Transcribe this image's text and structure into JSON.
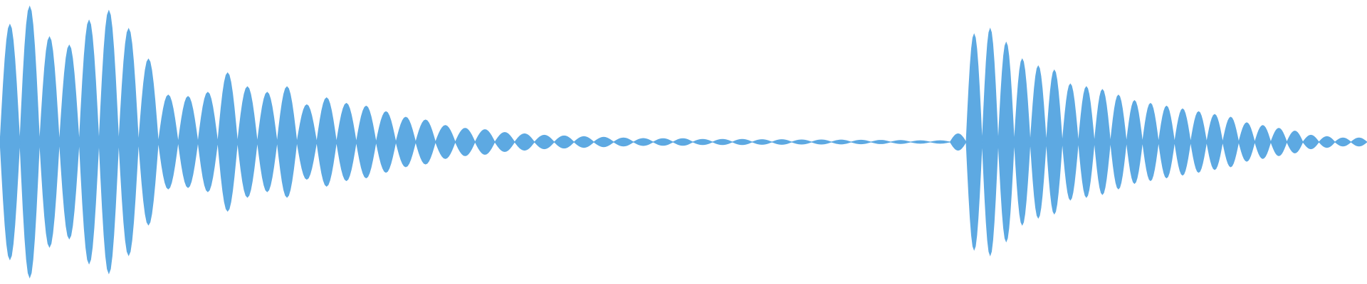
{
  "waveform": {
    "color": "#5da9e2",
    "background": "#ffffff",
    "bursts": [
      {
        "start": 0.0,
        "end": 0.695,
        "cycles": [
          0.85,
          0.98,
          0.76,
          0.7,
          0.88,
          0.95,
          0.82,
          0.6,
          0.34,
          0.33,
          0.36,
          0.5,
          0.4,
          0.36,
          0.4,
          0.27,
          0.32,
          0.28,
          0.26,
          0.22,
          0.18,
          0.16,
          0.12,
          0.1,
          0.09,
          0.07,
          0.06,
          0.05,
          0.045,
          0.04,
          0.035,
          0.03,
          0.026,
          0.025,
          0.025,
          0.02,
          0.02,
          0.02,
          0.018,
          0.018,
          0.016,
          0.016,
          0.015,
          0.014,
          0.013,
          0.012,
          0.01,
          0.01
        ]
      },
      {
        "start": 0.695,
        "end": 1.0,
        "cycles": [
          0.06,
          0.78,
          0.82,
          0.72,
          0.6,
          0.55,
          0.52,
          0.42,
          0.4,
          0.38,
          0.34,
          0.3,
          0.28,
          0.26,
          0.24,
          0.22,
          0.2,
          0.18,
          0.14,
          0.12,
          0.1,
          0.08,
          0.05,
          0.04,
          0.03,
          0.03
        ]
      }
    ]
  }
}
